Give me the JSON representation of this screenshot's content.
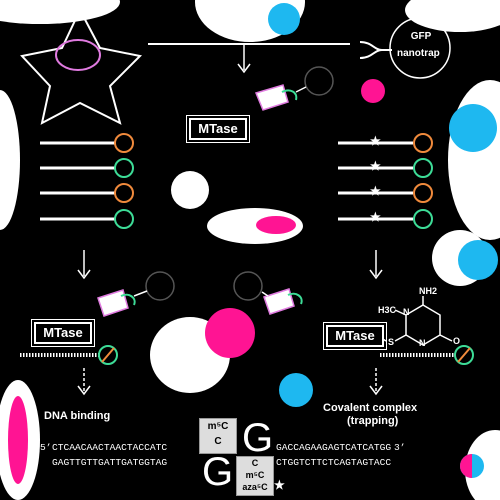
{
  "nanotrap": {
    "line1": "GFP",
    "line2": "nanotrap"
  },
  "enzyme": {
    "top_label": "MTase",
    "left_label": "MTase",
    "right_label": "MTase"
  },
  "outcomes": {
    "left": "DNA binding",
    "right_line1": "Covalent complex",
    "right_line2": "(trapping)"
  },
  "chem": {
    "ch3": "H3C",
    "nh2": "NH2",
    "o": "O",
    "n_top": "N",
    "n_bottom": "N",
    "s": "S"
  },
  "sequence": {
    "top_prefix": "5’",
    "top_left": "CTCAACAACTAACTACCATC",
    "top_right": "GACCAGAAGAGTCATCATGG",
    "top_suffix": "3’",
    "bottom_left": "GAGTTGTTGATTGATGGTAG",
    "bottom_right": "CTGGTCTTCTCAGTAGTACC",
    "top_box_line1": "m⁵C",
    "top_box_line2": "C",
    "top_G": "G",
    "bottom_G": "G",
    "bottom_box_line1": "C",
    "bottom_box_line2": "m⁵C",
    "bottom_box_line3": "aza⁵C",
    "star": "★"
  },
  "colors": {
    "background": "#000000",
    "orange": "#f08a3c",
    "green": "#3ddc97",
    "magenta": "#ff1493",
    "cyan": "#1eb8f0",
    "pink_outline": "#e07be0"
  }
}
